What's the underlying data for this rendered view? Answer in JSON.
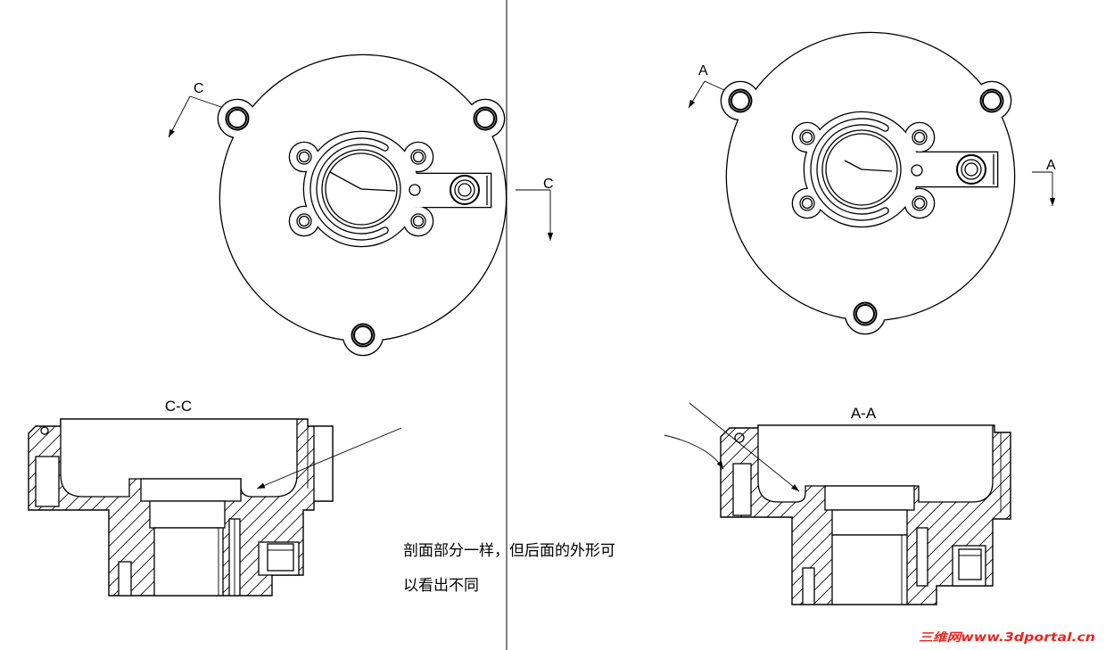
{
  "left_view": {
    "plan_section_mark_upper": "C",
    "plan_section_mark_right": "C",
    "section_title": "C-C"
  },
  "right_view": {
    "plan_section_mark_upper": "A",
    "plan_section_mark_right": "A",
    "section_title": "A-A"
  },
  "note": {
    "lines": [
      "剖面部分一样，但后面的外形可",
      "以看出不同"
    ]
  },
  "watermark": "三维网www.3dportal.cn",
  "colors": {
    "linework": "#000000",
    "background": "#ffffff",
    "watermark": "#e8261f"
  }
}
